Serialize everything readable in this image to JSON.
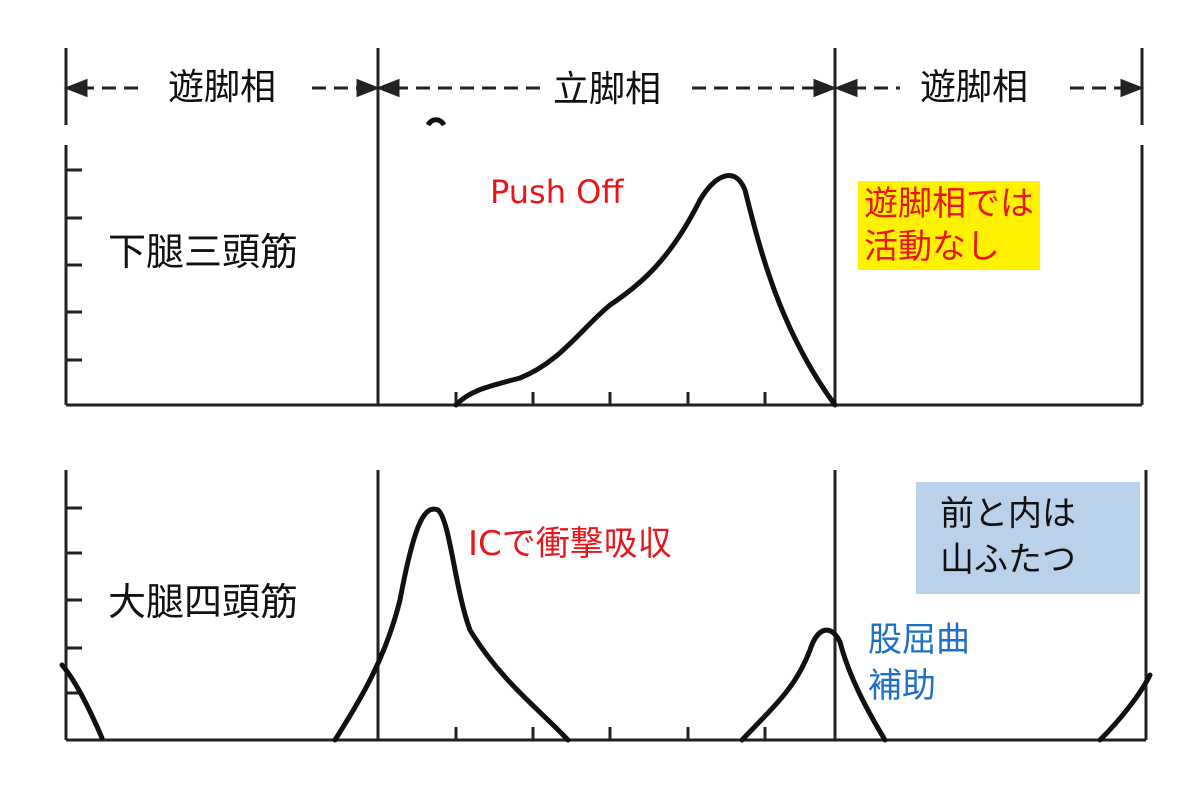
{
  "phases": {
    "swing_left": "遊脚相",
    "stance": "立脚相",
    "swing_right": "遊脚相"
  },
  "muscles": {
    "top": "下腿三頭筋",
    "bottom": "大腿四頭筋"
  },
  "annotations": {
    "push_off": "Push Off",
    "swing_note_line1": "遊脚相では",
    "swing_note_line2": "活動なし",
    "ic_note": "ICで衝撃吸収",
    "box_line1": "前と内は",
    "box_line2": "山ふたつ",
    "hip_line1": "股屈曲",
    "hip_line2": "補助"
  },
  "colors": {
    "curve": "#111111",
    "annotation_red": "#e8161b",
    "annotation_blue": "#1f6fc2",
    "highlight_yellow": "#fff200",
    "note_box": "#b9d2ea"
  }
}
